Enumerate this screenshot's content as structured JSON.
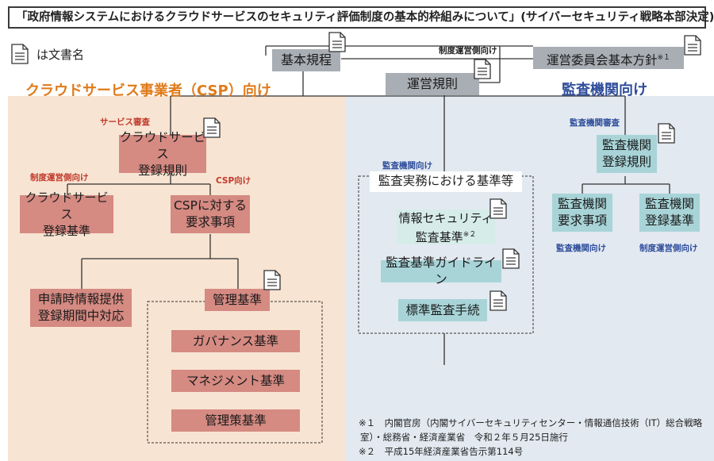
{
  "title": "「政府情報システムにおけるクラウドサービスのセキュリティ評価制度の基本的枠組みについて」(サイバーセキュリティ戦略本部決定)",
  "legend": {
    "label": "は文書名"
  },
  "top": {
    "basic_rules": "基本規程",
    "operation_rules": "運営規則",
    "committee_policy": "運営委員会基本方針",
    "committee_policy_mark": "※１",
    "operator_label": "制度運営側向け"
  },
  "headings": {
    "csp": "クラウドサービス事業者（CSP）向け",
    "audit": "監査機関向け"
  },
  "csp": {
    "service_review": "サービス審査",
    "reg_rules": "クラウドサービス\n登録規則",
    "operator_label": "制度運営側向け",
    "csp_label": "CSP向け",
    "reg_criteria": "クラウドサービス\n登録基準",
    "requirements": "CSPに対する\n要求事項",
    "application": "申請時情報提供\n登録期間中対応",
    "mgmt_criteria": "管理基準",
    "governance": "ガバナンス基準",
    "management": "マネジメント基準",
    "control": "管理策基準"
  },
  "audit": {
    "for_audit_label": "監査機関向け",
    "practice_criteria": "監査実務における基準等",
    "infosec_criteria": "情報セキュリティ\n監査基準",
    "infosec_mark": "※２",
    "guideline": "監査基準ガイドライン",
    "procedure": "標準監査手続",
    "review_label": "監査機関審査",
    "reg_rules": "監査機関\n登録規則",
    "requirements": "監査機関\n要求事項",
    "reg_criteria": "監査機関\n登録基準",
    "req_label": "監査機関向け",
    "crit_label": "制度運営側向け"
  },
  "notes": {
    "n1": "※１　内閣官房（内閣サイバーセキュリティセンター・情報通信技術（IT）総合戦略",
    "n1b": "室）・総務省・経済産業省　令和２年５月25日施行",
    "n2": "※２　平成15年経済産業省告示第114号"
  }
}
